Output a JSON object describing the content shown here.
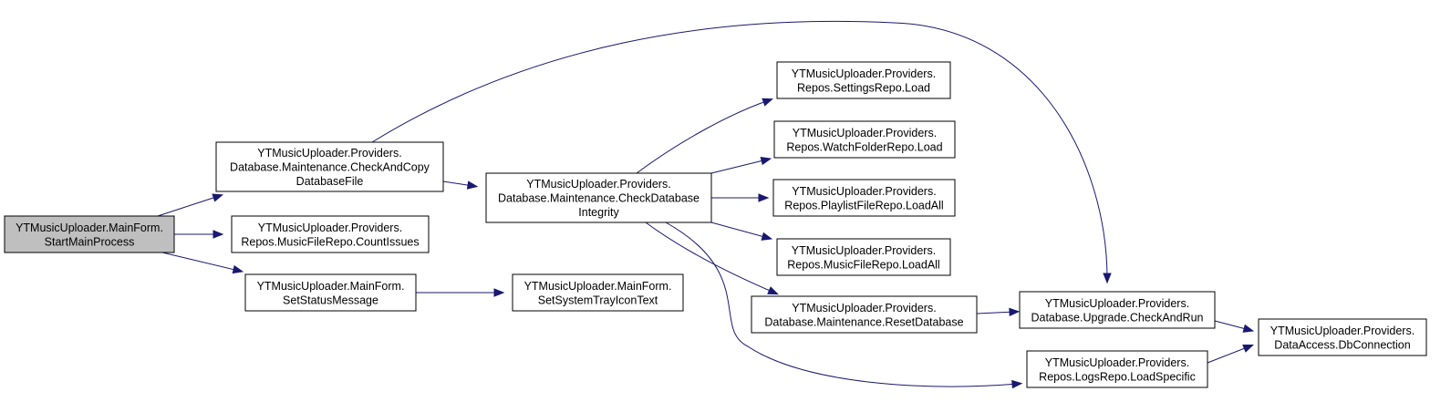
{
  "colors": {
    "edge": "#191970",
    "node_fill": "#ffffff",
    "root_fill": "#bfbfbf",
    "border": "#000000"
  },
  "nodes": [
    {
      "id": "root",
      "lines": [
        "YTMusicUploader.MainForm.",
        "StartMainProcess"
      ],
      "highlight": true
    },
    {
      "id": "check_copy",
      "lines": [
        "YTMusicUploader.Providers.",
        "Database.Maintenance.CheckAndCopy",
        "DatabaseFile"
      ]
    },
    {
      "id": "count_issues",
      "lines": [
        "YTMusicUploader.Providers.",
        "Repos.MusicFileRepo.CountIssues"
      ]
    },
    {
      "id": "set_status",
      "lines": [
        "YTMusicUploader.MainForm.",
        "SetStatusMessage"
      ]
    },
    {
      "id": "check_integrity",
      "lines": [
        "YTMusicUploader.Providers.",
        "Database.Maintenance.CheckDatabase",
        "Integrity"
      ]
    },
    {
      "id": "set_tray",
      "lines": [
        "YTMusicUploader.MainForm.",
        "SetSystemTrayIconText"
      ]
    },
    {
      "id": "settings_load",
      "lines": [
        "YTMusicUploader.Providers.",
        "Repos.SettingsRepo.Load"
      ]
    },
    {
      "id": "watch_load",
      "lines": [
        "YTMusicUploader.Providers.",
        "Repos.WatchFolderRepo.Load"
      ]
    },
    {
      "id": "playlist_load",
      "lines": [
        "YTMusicUploader.Providers.",
        "Repos.PlaylistFileRepo.LoadAll"
      ]
    },
    {
      "id": "music_load",
      "lines": [
        "YTMusicUploader.Providers.",
        "Repos.MusicFileRepo.LoadAll"
      ]
    },
    {
      "id": "reset_db",
      "lines": [
        "YTMusicUploader.Providers.",
        "Database.Maintenance.ResetDatabase"
      ]
    },
    {
      "id": "upgrade",
      "lines": [
        "YTMusicUploader.Providers.",
        "Database.Upgrade.CheckAndRun"
      ]
    },
    {
      "id": "logs_load",
      "lines": [
        "YTMusicUploader.Providers.",
        "Repos.LogsRepo.LoadSpecific"
      ]
    },
    {
      "id": "db_conn",
      "lines": [
        "YTMusicUploader.Providers.",
        "DataAccess.DbConnection"
      ]
    }
  ],
  "edges": [
    {
      "from": "root",
      "to": "check_copy"
    },
    {
      "from": "root",
      "to": "count_issues"
    },
    {
      "from": "root",
      "to": "set_status"
    },
    {
      "from": "check_copy",
      "to": "check_integrity"
    },
    {
      "from": "check_copy",
      "to": "upgrade"
    },
    {
      "from": "set_status",
      "to": "set_tray"
    },
    {
      "from": "check_integrity",
      "to": "settings_load"
    },
    {
      "from": "check_integrity",
      "to": "watch_load"
    },
    {
      "from": "check_integrity",
      "to": "playlist_load"
    },
    {
      "from": "check_integrity",
      "to": "music_load"
    },
    {
      "from": "check_integrity",
      "to": "reset_db"
    },
    {
      "from": "check_integrity",
      "to": "logs_load"
    },
    {
      "from": "reset_db",
      "to": "upgrade"
    },
    {
      "from": "upgrade",
      "to": "db_conn"
    },
    {
      "from": "logs_load",
      "to": "db_conn"
    }
  ]
}
